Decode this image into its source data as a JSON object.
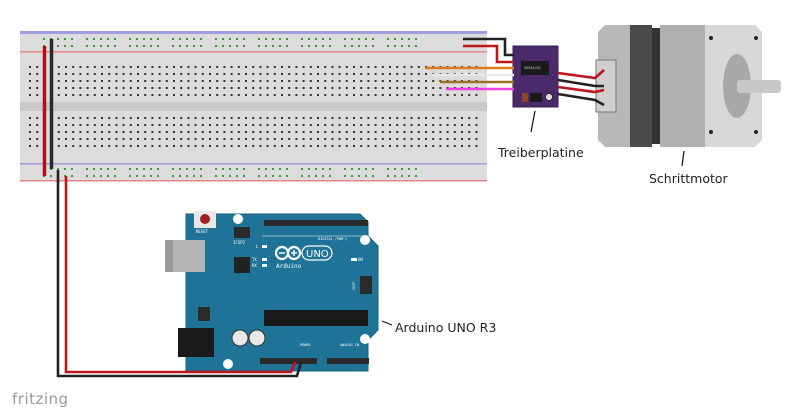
{
  "watermark": "fritzing",
  "components": {
    "breadboard": {
      "name": "Breadboard",
      "rail_color_top": "#7b7bd8",
      "rail_color_bottom": "#e06b6b"
    },
    "driver": {
      "label": "Treiberplatine",
      "chip_text": "8888A/W2",
      "board_color": "#4b2a6b"
    },
    "motor": {
      "label": "Schrittmotor"
    },
    "arduino": {
      "label": "Arduino UNO R3",
      "logo_text": "Arduino",
      "uno_text": "UNO",
      "reset_label": "RESET",
      "icsp2_label": "ICSP2",
      "icsp_label": "ICSP",
      "digital_label": "DIGITAL (PWM~)",
      "power_label": "POWER",
      "analog_label": "ANALOG IN",
      "led_l": "L",
      "led_tx": "TX",
      "led_rx": "RX",
      "led_on": "ON",
      "board_color": "#1f7396"
    }
  },
  "wires": [
    {
      "name": "wire-5v",
      "color": "#c0141c"
    },
    {
      "name": "wire-gnd",
      "color": "#222222"
    },
    {
      "name": "wire-step",
      "color": "#e07a20"
    },
    {
      "name": "wire-dir",
      "color": "#e8e8e8"
    },
    {
      "name": "wire-enable",
      "color": "#a07020"
    },
    {
      "name": "wire-ms",
      "color": "#f040e0"
    },
    {
      "name": "wire-vmot",
      "color": "#c0141c"
    },
    {
      "name": "wire-vmot-gnd",
      "color": "#222222"
    }
  ]
}
